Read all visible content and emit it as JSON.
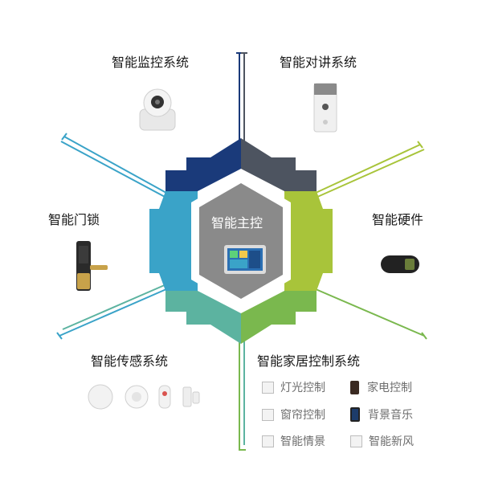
{
  "center": {
    "title": "智能主控"
  },
  "systems": {
    "monitor": "智能监控系统",
    "intercom": "智能对讲系统",
    "hardware": "智能硬件",
    "lock": "智能门锁",
    "sensor": "智能传感系统",
    "home": "智能家居控制系统"
  },
  "legend": [
    {
      "label": "灯光控制",
      "icon": "square-icon"
    },
    {
      "label": "家电控制",
      "icon": "phone-icon"
    },
    {
      "label": "窗帘控制",
      "icon": "square-icon"
    },
    {
      "label": "背景音乐",
      "icon": "tablet-icon"
    },
    {
      "label": "智能情景",
      "icon": "square-icon"
    },
    {
      "label": "智能新风",
      "icon": "square-icon"
    }
  ],
  "colors": {
    "navy": "#1a3a7a",
    "slate": "#4d5460",
    "lime": "#a8c43a",
    "green": "#7ab84e",
    "teal": "#5cb3a0",
    "blue": "#3aa3c8",
    "hub": "#8a8a8a"
  }
}
